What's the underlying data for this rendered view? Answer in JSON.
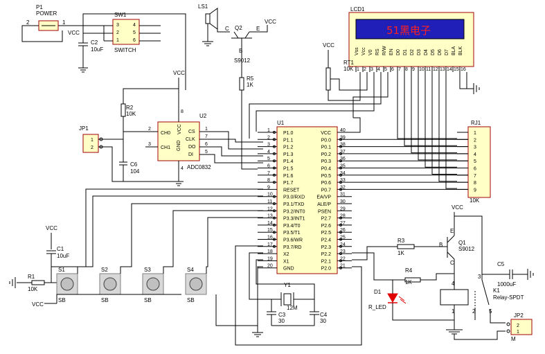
{
  "labels": {
    "p1": "P1",
    "p1v": "POWER",
    "sw1": "SW1",
    "switch": "SWITCH",
    "ls1": "LS1",
    "q2": "Q2",
    "q2v": "S9012",
    "lcd1": "LCD1",
    "lcd_text": "51黑电子",
    "rt1": "RT1",
    "rt1v": "10K",
    "r5": "R5",
    "r5v": "1K",
    "u2": "U2",
    "u2v": "ADC0832",
    "r2": "R2",
    "r2v": "10K",
    "jp1": "JP1",
    "c6": "C6",
    "c6v": "104",
    "c2": "C2",
    "c2v": "10uF",
    "u1": "U1",
    "rj1": "RJ1",
    "rj1v": "10K",
    "c1": "C1",
    "c1v": "10uF",
    "r1": "R1",
    "r1v": "10K",
    "s1": "S1",
    "s2": "S2",
    "s3": "S3",
    "s4": "S4",
    "sb": "SB",
    "y1": "Y1",
    "y1v": "12M",
    "c3": "C3",
    "c3v": "30",
    "c4": "C4",
    "c4v": "30",
    "q1": "Q1",
    "q1v": "S9012",
    "r3": "R3",
    "r3v": "1K",
    "r4": "R4",
    "r4v": "1K",
    "d1": "D1",
    "d1v": "R_LED",
    "k1": "K1",
    "k1v": "Relay-SPDT",
    "c5": "C5",
    "c5v": "1000uF",
    "jp2": "JP2",
    "m": "M",
    "vcc": "VCC",
    "b": "B",
    "c": "C",
    "e": "E"
  },
  "lcd_pins": [
    "Vss",
    "Vcc",
    "V0",
    "RS",
    "R/W",
    "EN",
    "D0",
    "D1",
    "D2",
    "D3",
    "D4",
    "D5",
    "D6",
    "D7",
    "BLA",
    "BLK"
  ],
  "u1_left": [
    "P1.0",
    "P1.1",
    "P1.2",
    "P1.3",
    "P1.4",
    "P1.5",
    "P1.6",
    "P1.7",
    "RESET",
    "P3.0/RXD",
    "P3.1/TXD",
    "P3.2/INT0",
    "P3.3/INT1",
    "P3.4/T0",
    "P3.5/T1",
    "P3.6/WR",
    "P3.7/RD",
    "X2",
    "X1",
    "GND"
  ],
  "u1_right": [
    "VCC",
    "P0.0",
    "P0.1",
    "P0.2",
    "P0.3",
    "P0.4",
    "P0.5",
    "P0.6",
    "P0.7",
    "EA/VP",
    "ALE/P",
    "PSEN",
    "P2.7",
    "P2.6",
    "P2.5",
    "P2.4",
    "P2.3",
    "P2.2",
    "P2.1",
    "P2.0"
  ],
  "u1_left_nums": [
    "1",
    "2",
    "3",
    "4",
    "5",
    "6",
    "7",
    "8",
    "9",
    "10",
    "11",
    "12",
    "13",
    "14",
    "15",
    "16",
    "17",
    "18",
    "19",
    "20"
  ],
  "u1_right_nums": [
    "40",
    "39",
    "38",
    "37",
    "36",
    "35",
    "34",
    "33",
    "32",
    "31",
    "30",
    "29",
    "28",
    "27",
    "26",
    "25",
    "24",
    "23",
    "22",
    "21"
  ],
  "u2_pins": {
    "ch0": "CH0",
    "ch1": "CH1",
    "vcc": "VCC",
    "gnd": "GND",
    "cs": "CS",
    "clk": "CLK",
    "do": "DO",
    "di": "DI"
  },
  "u2_nums": {
    "p1": "1",
    "p2": "2",
    "p3": "3",
    "p4": "4",
    "p5": "5",
    "p6": "6",
    "p7": "7",
    "p8": "8"
  },
  "sw1_nums": [
    "3",
    "2",
    "1",
    "4",
    "5",
    "6"
  ],
  "rj1_nums": [
    "1",
    "2",
    "3",
    "4",
    "5",
    "6",
    "7",
    "8",
    "9"
  ],
  "jp_nums": [
    "1",
    "2"
  ],
  "colors": {
    "chip_fill": "#ffffc6",
    "chip_border": "#a00000",
    "wire": "#000000",
    "lcd_bg": "#2020b8",
    "lcd_text": "#ff2020",
    "led": "#e00000"
  }
}
